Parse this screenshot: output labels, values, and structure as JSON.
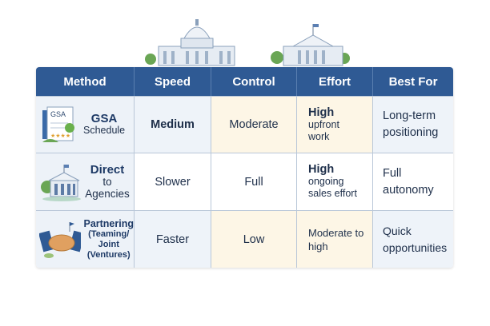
{
  "headers": [
    "Method",
    "Speed",
    "Control",
    "Effort",
    "Best For"
  ],
  "rows": [
    {
      "method_title": "GSA",
      "method_sub": "Schedule",
      "icon_text": "GSA",
      "speed": "Medium",
      "control": "Moderate",
      "effort_bold": "High",
      "effort_rest": "upfront work",
      "best_for": "Long-term positioning"
    },
    {
      "method_title": "Direct",
      "method_sub": "to Agencies",
      "speed": "Slower",
      "control": "Full",
      "effort_bold": "High",
      "effort_rest": "ongoing sales effort",
      "best_for": "Full autonomy"
    },
    {
      "method_title": "Partnering",
      "method_sub": "(Teaming/ Joint (Ventures)",
      "speed": "Faster",
      "control": "Low",
      "effort_bold": "",
      "effort_rest": "Moderate to high",
      "best_for": "Quick opportunities"
    }
  ],
  "colors": {
    "header": "#2f5a94",
    "cream": "#fdf6e6",
    "light_blue": "#eef3f9"
  }
}
